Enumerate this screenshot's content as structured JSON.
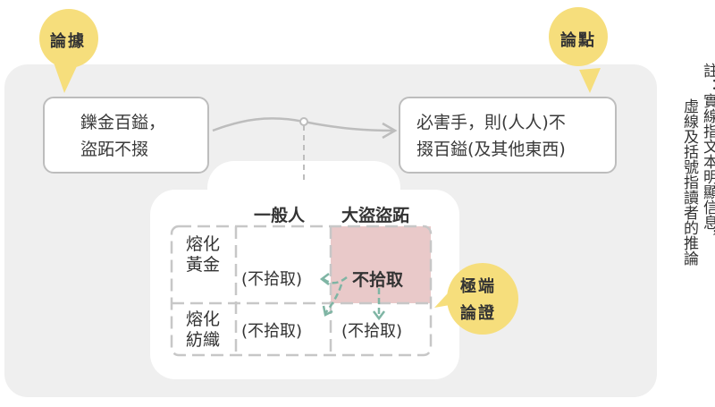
{
  "bubbles": {
    "evidence": "論據",
    "claim": "論點",
    "extreme": [
      "極端",
      "論證"
    ]
  },
  "boxes": {
    "evidence": [
      "鑠金百鎰，",
      "盜跖不掇"
    ],
    "claim": [
      "必害手，則(人人)不",
      "掇百鎰(及其他東西)"
    ]
  },
  "note": {
    "col1": "註：實線指文本明顯信息，",
    "col2": "虛線及括號指讀者的推論"
  },
  "table": {
    "col_headers": [
      "一般人",
      "大盜盜跖"
    ],
    "row_labels": [
      [
        "熔化",
        "黃金"
      ],
      [
        "熔化",
        "紡織"
      ]
    ],
    "cells": [
      [
        "(不拾取)",
        "不拾取"
      ],
      [
        "(不拾取)",
        "(不拾取)"
      ]
    ]
  },
  "colors": {
    "panel_bg": "#efefef",
    "bubble": "#f6de7c",
    "highlight": "#e9c9c9",
    "arrow": "#7fb5a4",
    "border": "#bdbdbd"
  }
}
